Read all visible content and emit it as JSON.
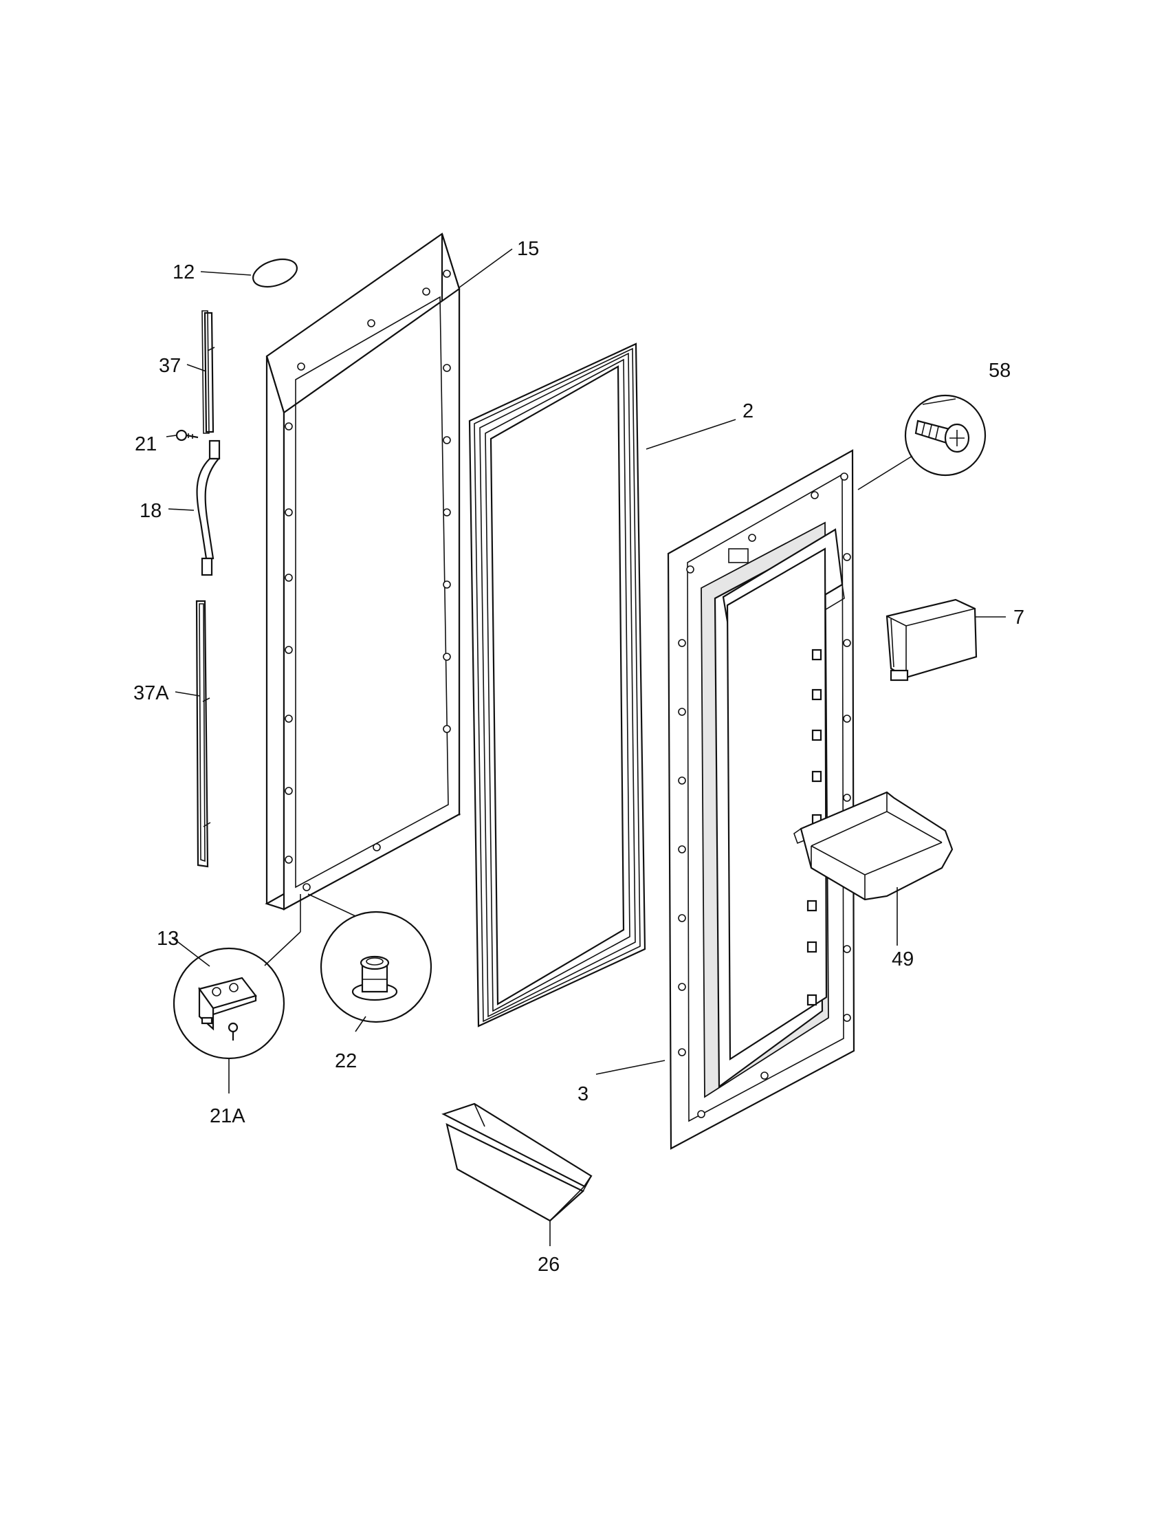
{
  "diagram": {
    "labels": {
      "p12": "12",
      "p15": "15",
      "p37": "37",
      "p21": "21",
      "p18": "18",
      "p37a": "37A",
      "p2": "2",
      "p58": "58",
      "p7": "7",
      "p49": "49",
      "p13": "13",
      "p21a": "21A",
      "p22": "22",
      "p3": "3",
      "p26": "26"
    }
  }
}
